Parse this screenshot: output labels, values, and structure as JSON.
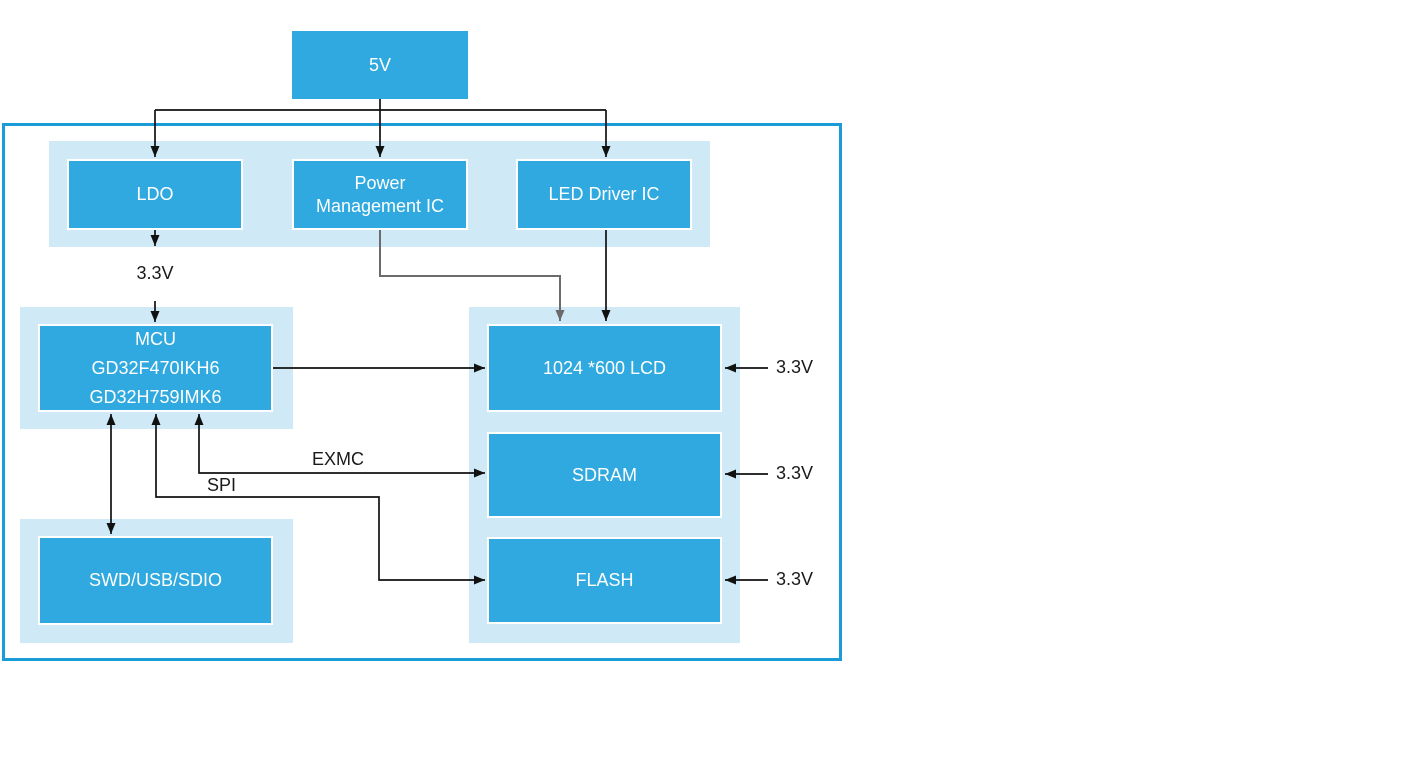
{
  "diagram": {
    "blocks": {
      "power_5v": "5V",
      "ldo": "LDO",
      "pmic": "Power Management IC",
      "led_driver": "LED Driver IC",
      "mcu_lines": [
        "MCU",
        "GD32F470IKH6",
        "GD32H759IMK6"
      ],
      "swd": "SWD/USB/SDIO",
      "lcd": "1024 *600 LCD",
      "sdram": "SDRAM",
      "flash": "FLASH"
    },
    "labels": {
      "v33": "3.3V",
      "exmc": "EXMC",
      "spi": "SPI"
    },
    "colors": {
      "block_fill": "#2fa9df",
      "group_fill": "#cfe9f7",
      "frame_border": "#1b9cd9",
      "wire_black": "#111111",
      "wire_gray": "#6b6b6b",
      "block_text": "#ffffff",
      "label_text": "#1a1a1a"
    }
  }
}
